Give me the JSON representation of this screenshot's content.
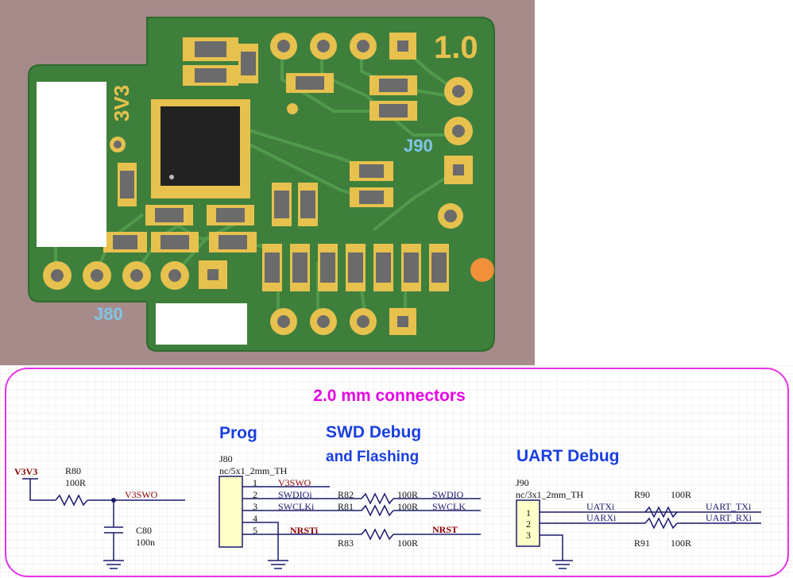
{
  "pcb": {
    "version_label": "1.0",
    "voltage_label": "3V3",
    "j90_label": "J90",
    "j80_label": "J80",
    "colors": {
      "board": "#3f7f3c",
      "pad": "#e7c14e",
      "smd_body": "#6b6b6b",
      "background": "#a78b8b"
    }
  },
  "schematic": {
    "title": "2.0 mm connectors",
    "sections": {
      "prog": "Prog",
      "swd_line1": "SWD Debug",
      "swd_line2": "and Flashing",
      "uart": "UART Debug"
    },
    "power": {
      "net": "V3V3",
      "resistor_ref": "R80",
      "resistor_val": "100R",
      "output_net": "V3SWO",
      "cap_ref": "C80",
      "cap_val": "100n"
    },
    "j80": {
      "ref": "J80",
      "footprint": "nc/5x1_2mm_TH",
      "pins": [
        "1",
        "2",
        "3",
        "4",
        "5"
      ],
      "pin_nets": [
        "V3SWO",
        "SWDIOi",
        "SWCLKi",
        "",
        "NRSTi"
      ],
      "resistors": [
        {
          "ref": "R82",
          "val": "100R",
          "net": "SWDIO"
        },
        {
          "ref": "R81",
          "val": "100R",
          "net": "SWCLK"
        },
        {
          "ref": "R83",
          "val": "100R",
          "net": "NRST"
        }
      ]
    },
    "j90": {
      "ref": "J90",
      "footprint": "nc/3x1_2mm_TH",
      "pins": [
        "1",
        "2",
        "3"
      ],
      "pin_nets": [
        "UATXi",
        "UARXi"
      ],
      "resistors": [
        {
          "ref": "R90",
          "val": "100R",
          "net": "UART_TXi"
        },
        {
          "ref": "R91",
          "val": "100R",
          "net": "UART_RXi"
        }
      ]
    },
    "colors": {
      "border": "#e632e6",
      "title": "#e600e6",
      "heading": "#1a3fe0",
      "wire": "#1a1a6e",
      "net_label": "#8b0000"
    }
  }
}
